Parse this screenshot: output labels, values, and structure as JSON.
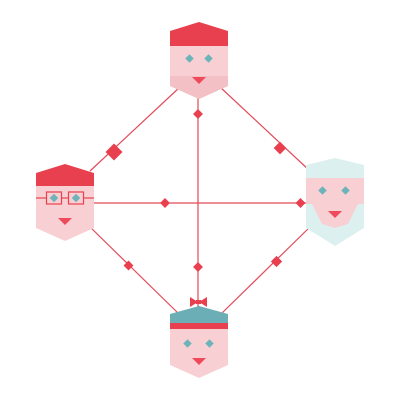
{
  "colors": {
    "red": "#E8404F",
    "line": "#E24A58",
    "skin": "#F8D0D3",
    "skin_shadow": "#F2C0C5",
    "eye": "#6DB3BA",
    "mouth": "#EE4A5C",
    "teal_hat": "#6BAEB6",
    "mint_hair": "#DDF0F0",
    "mint_shadow": "#D2EAEA",
    "background": "#FFFFFF"
  },
  "people": [
    {
      "id": "top",
      "hair": "red-cap",
      "glasses": false
    },
    {
      "id": "left",
      "hair": "red-cap",
      "glasses": true
    },
    {
      "id": "right",
      "hair": "mint-hair",
      "glasses": false
    },
    {
      "id": "bottom",
      "hair": "teal-hat-with-bow",
      "glasses": false
    }
  ],
  "connections": [
    {
      "from": "top",
      "to": "left"
    },
    {
      "from": "top",
      "to": "right"
    },
    {
      "from": "left",
      "to": "bottom"
    },
    {
      "from": "right",
      "to": "bottom"
    },
    {
      "from": "left",
      "to": "right"
    },
    {
      "from": "top",
      "to": "bottom"
    }
  ]
}
